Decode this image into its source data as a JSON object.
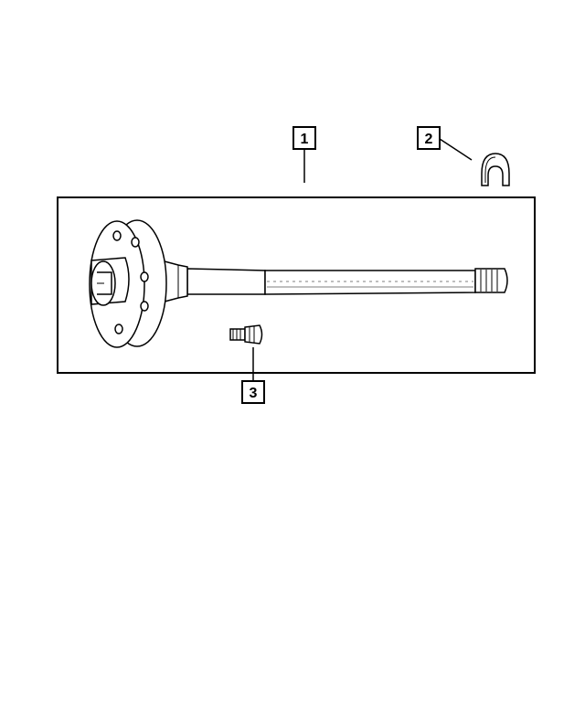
{
  "diagram": {
    "callouts": [
      {
        "label": "1",
        "part": "axle-shaft"
      },
      {
        "label": "2",
        "part": "c-clip-lock"
      },
      {
        "label": "3",
        "part": "wheel-stud"
      }
    ],
    "colors": {
      "line": "#000000",
      "background": "#ffffff"
    }
  }
}
